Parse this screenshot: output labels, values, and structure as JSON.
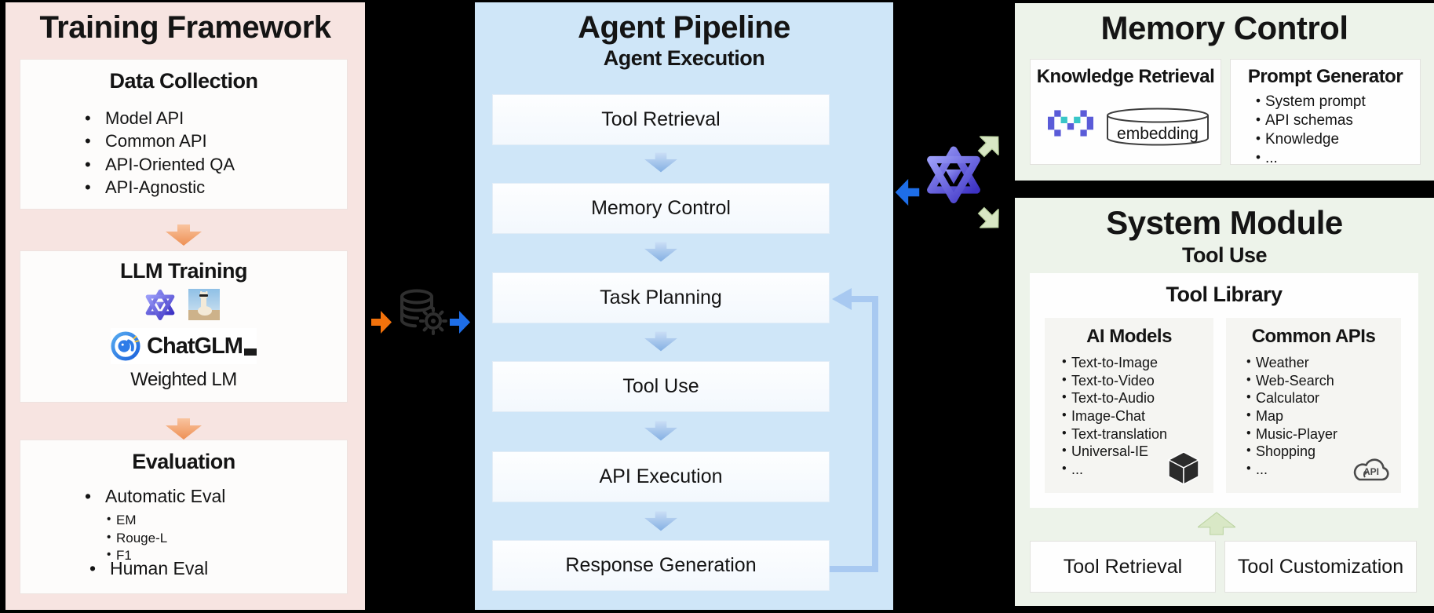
{
  "left": {
    "title": "Training Framework",
    "data_collection": {
      "title": "Data Collection",
      "items": [
        "Model API",
        "Common API",
        "API-Oriented QA",
        "API-Agnostic"
      ]
    },
    "llm_training": {
      "title": "LLM Training",
      "logo_text": "ChatGLM",
      "footer": "Weighted LM"
    },
    "evaluation": {
      "title": "Evaluation",
      "item1": "Automatic Eval",
      "sub_items": [
        "EM",
        "Rouge-L",
        "F1"
      ],
      "item2": "Human Eval"
    }
  },
  "pipeline": {
    "title": "Agent Pipeline",
    "subtitle": "Agent Execution",
    "steps": [
      "Tool Retrieval",
      "Memory Control",
      "Task Planning",
      "Tool Use",
      "API Execution",
      "Response Generation"
    ]
  },
  "memory": {
    "title": "Memory Control",
    "kr": {
      "title": "Knowledge Retrieval",
      "db_label": "embedding"
    },
    "pg": {
      "title": "Prompt Generator",
      "items": [
        "System prompt",
        "API schemas",
        "Knowledge",
        "..."
      ]
    }
  },
  "system": {
    "title": "System Module",
    "subtitle": "Tool Use",
    "tool_library": {
      "title": "Tool Library",
      "ai_models": {
        "title": "AI Models",
        "items": [
          "Text-to-Image",
          "Text-to-Video",
          "Text-to-Audio",
          "Image-Chat",
          "Text-translation",
          "Universal-IE",
          "..."
        ]
      },
      "common_apis": {
        "title": "Common APIs",
        "items": [
          "Weather",
          "Web-Search",
          "Calculator",
          "Map",
          "Music-Player",
          "Shopping",
          "..."
        ]
      }
    },
    "bottom": {
      "retrieval": "Tool Retrieval",
      "customization": "Tool Customization"
    }
  },
  "icon_labels": {
    "api_cloud": "API"
  },
  "icons": [
    "orange-flow-arrow",
    "blue-flow-arrow",
    "orange-right-arrow",
    "blue-right-arrow",
    "database-gear",
    "glm-logo",
    "llama-photo",
    "chatglm-logo",
    "chroma-pixel-logo",
    "embedding-db",
    "green-arrow",
    "cube",
    "api-cloud",
    "loop-arrow"
  ],
  "colors": {
    "background": "#000000",
    "left_panel": "#f7e4e1",
    "middle_panel": "#cfe6f8",
    "right_panel": "#edf3ea",
    "orange_arrow": "#f2720c",
    "blue_arrow": "#1e6ee8",
    "soft_orange": "#ef9258",
    "soft_blue": "#8ab4e4",
    "green_arrow": "#d8e7c4",
    "loop_blue": "#a8c9f1",
    "glm_purple": "#4636c8"
  }
}
